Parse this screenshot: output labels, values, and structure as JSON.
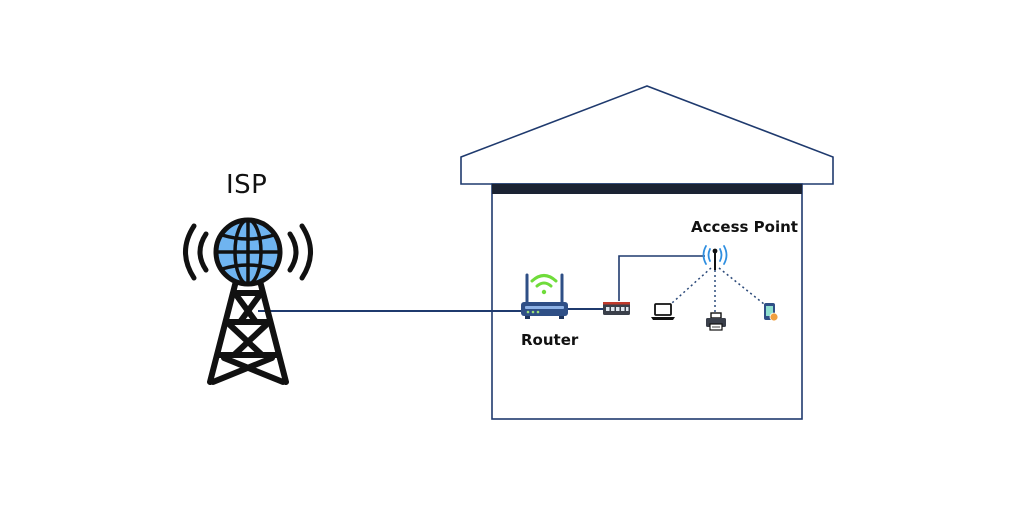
{
  "labels": {
    "isp": "ISP",
    "router": "Router",
    "access_point": "Access Point"
  },
  "icons": {
    "isp": "cell-tower-globe-icon",
    "router": "wifi-router-icon",
    "switch": "network-switch-icon",
    "access_point": "wireless-antenna-icon",
    "laptop": "laptop-icon",
    "printer": "printer-icon",
    "phone": "smartphone-icon"
  },
  "colors": {
    "house_outline": "#1f3a6e",
    "house_roof_band": "#1b2333",
    "wired_link": "#1f3a6e",
    "wireless_link": "#2c4a7a",
    "globe_fill": "#6fb4f0",
    "tower_stroke": "#111111",
    "router_body": "#2f4f86",
    "wifi_signal": "#6fdc3a",
    "antenna_signal": "#2f8fe0"
  }
}
